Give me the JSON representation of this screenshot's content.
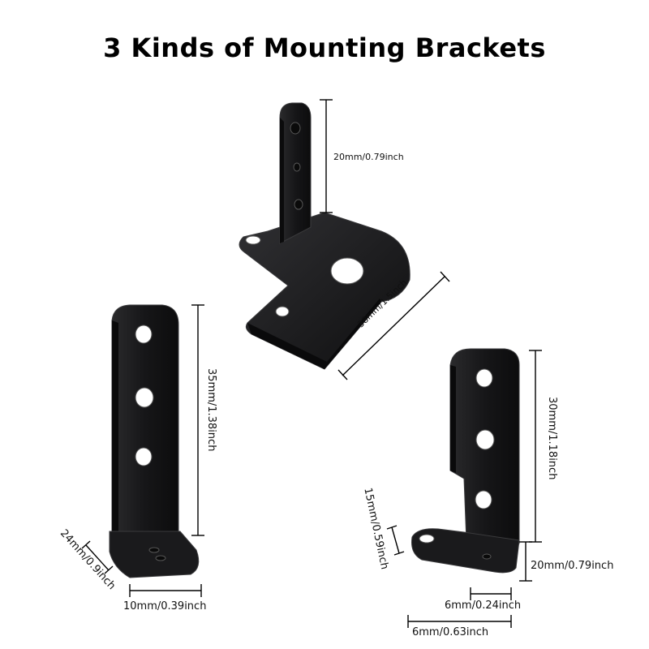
{
  "title": "3 Kinds of Mounting Brackets",
  "dimensions": {
    "top_height": "20mm/0.79inch",
    "top_width": "38mm/1.5inch",
    "left_height": "35mm/1.38inch",
    "left_depth": "24mm/0.9inch",
    "left_width": "10mm/0.39inch",
    "right_height": "30mm/1.18inch",
    "right_foot_height": "15mm/0.59inch",
    "right_foot": "20mm/0.79inch",
    "right_width_small": "6mm/0.24inch",
    "right_width_large": "6mm/0.63inch"
  },
  "colors": {
    "metal": "#1c1c1e",
    "metal_edge": "#3a3a3c",
    "line": "#000000",
    "background": "#ffffff"
  }
}
